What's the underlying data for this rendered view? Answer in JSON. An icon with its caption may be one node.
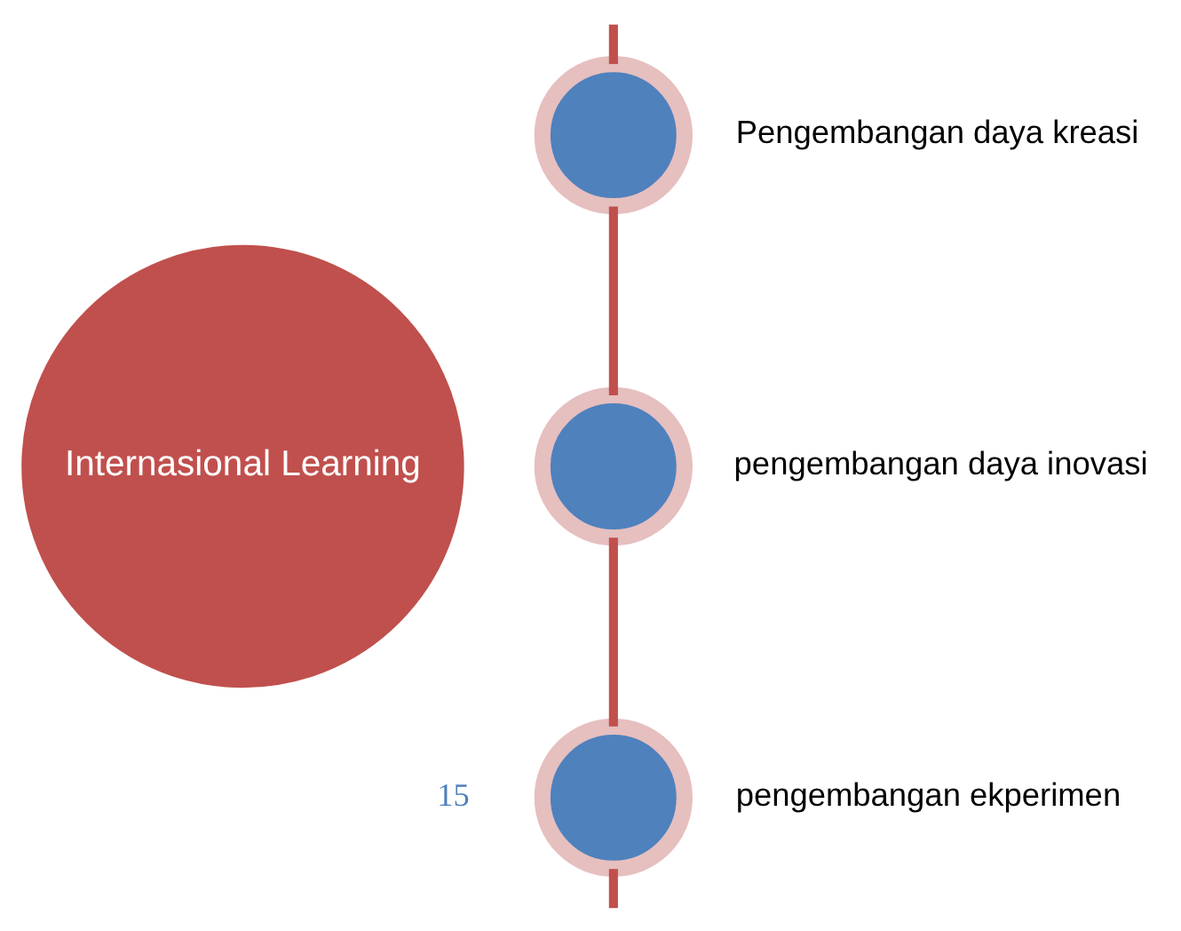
{
  "diagram": {
    "nodes": [
      {
        "text": [
          "Internasional Learning"
        ]
      },
      {
        "text": [],
        "shape": "circle",
        "beside": [
          "Pengembangan daya kreasi"
        ]
      },
      {
        "text": [],
        "shape": "circle",
        "beside": [
          "pengembangan daya inovasi"
        ]
      },
      {
        "text": [],
        "shape": "circle",
        "beside": [
          "pengembangan ekperimen"
        ]
      }
    ],
    "edges": [
      {
        "from": null,
        "to": 1,
        "arrow": "none"
      },
      {
        "from": 1,
        "to": 2,
        "arrow": "none"
      },
      {
        "from": 2,
        "to": 3,
        "arrow": "none"
      },
      {
        "from": 3,
        "to": null,
        "arrow": "none"
      }
    ],
    "labels": [
      "15"
    ]
  }
}
